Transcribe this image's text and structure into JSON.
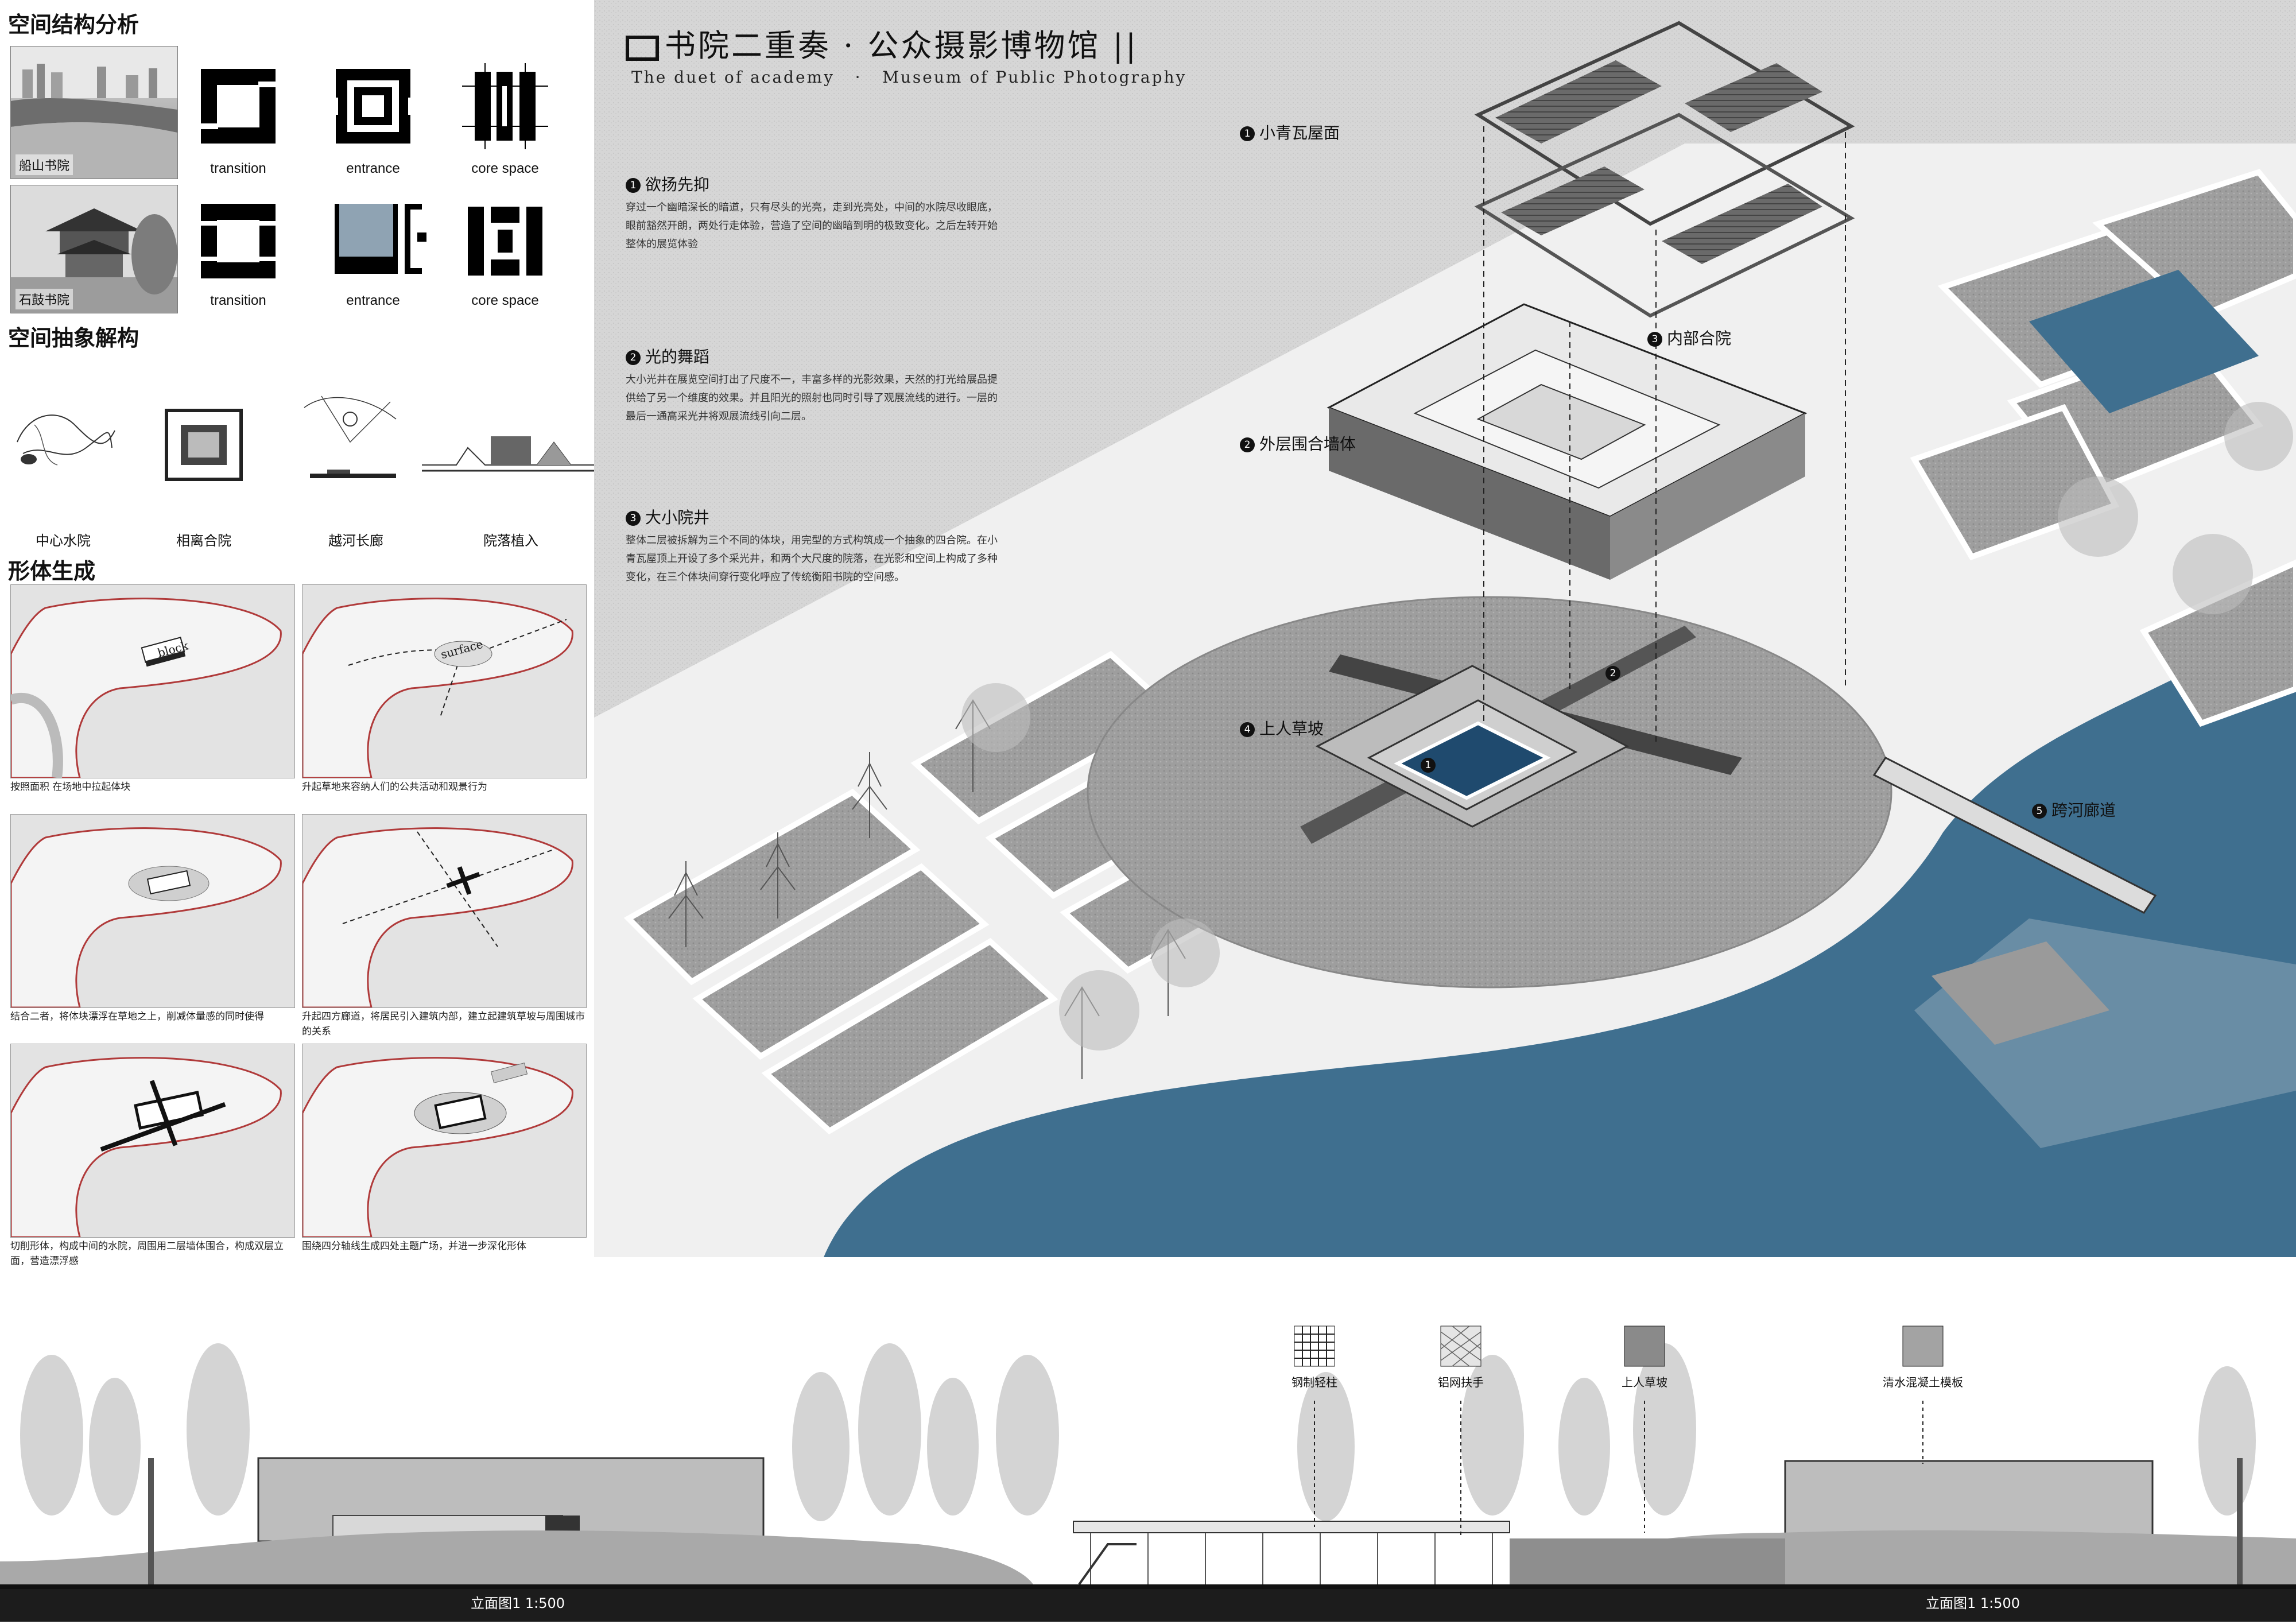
{
  "left_panel": {
    "section_structure": "空间结构分析",
    "photo1_caption": "船山书院",
    "photo2_caption": "石鼓书院",
    "row1_labels": [
      "transition",
      "entrance",
      "core space"
    ],
    "row2_labels": [
      "transition",
      "entrance",
      "core space"
    ],
    "entrance_fill": "#8fa3b3",
    "section_abstract": "空间抽象解构",
    "sketches": [
      "中心水院",
      "相离合院",
      "越河长廊",
      "院落植入"
    ],
    "section_form": "形体生成",
    "block_label": "block",
    "surface_label": "surface",
    "form_captions": [
      "按照面积 在场地中拉起体块",
      "升起草地来容纳人们的公共活动和观景行为",
      "结合二者，将体块漂浮在草地之上，削减体量感的同时使得",
      "升起四方廊道，将居民引入建筑内部，建立起建筑草坡与周围城市的关系",
      "切削形体，构成中间的水院，周围用二层墙体围合，构成双层立面，营造漂浮感",
      "围绕四分轴线生成四处主题广场，并进一步深化形体"
    ],
    "site_outline_color": "#b03a3a"
  },
  "main": {
    "title_cn": "书院二重奏 · 公众摄影博物馆 ||",
    "title_en": "The duet of academy   ·   Museum of Public Photography",
    "explanations": [
      {
        "num": "1",
        "heading": "欲扬先抑",
        "text": "穿过一个幽暗深长的暗道，只有尽头的光亮，走到光亮处，中间的水院尽收眼底，眼前豁然开朗，两处行走体验，营造了空间的幽暗到明的极致变化。之后左转开始整体的展览体验"
      },
      {
        "num": "2",
        "heading": "光的舞蹈",
        "text": "大小光井在展览空间打出了尺度不一，丰富多样的光影效果，天然的打光给展品提供给了另一个维度的效果。并且阳光的照射也同时引导了观展流线的进行。一层的最后一通高采光井将观展流线引向二层。"
      },
      {
        "num": "3",
        "heading": "大小院井",
        "text": "整体二层被拆解为三个不同的体块，用完型的方式构筑成一个抽象的四合院。在小青瓦屋顶上开设了多个采光井，和两个大尺度的院落，在光影和空间上构成了多种变化，在三个体块间穿行变化呼应了传统衡阳书院的空间感。"
      }
    ],
    "callouts": [
      {
        "num": "1",
        "text": "小青瓦屋面"
      },
      {
        "num": "2",
        "text": "外层围合墙体"
      },
      {
        "num": "3",
        "text": "内部合院"
      },
      {
        "num": "4",
        "text": "上人草坡"
      },
      {
        "num": "5",
        "text": "跨河廊道"
      }
    ],
    "marker_nums": [
      "1",
      "2"
    ],
    "water_color": "#3f6f8f",
    "pool_color": "#1f4a6e"
  },
  "elevation": {
    "materials": [
      "钢制轻柱",
      "铝网扶手",
      "上人草坡",
      "清水混凝土模板"
    ],
    "caption_left": "立面图1 1:500",
    "caption_right": "立面图1 1:500"
  }
}
